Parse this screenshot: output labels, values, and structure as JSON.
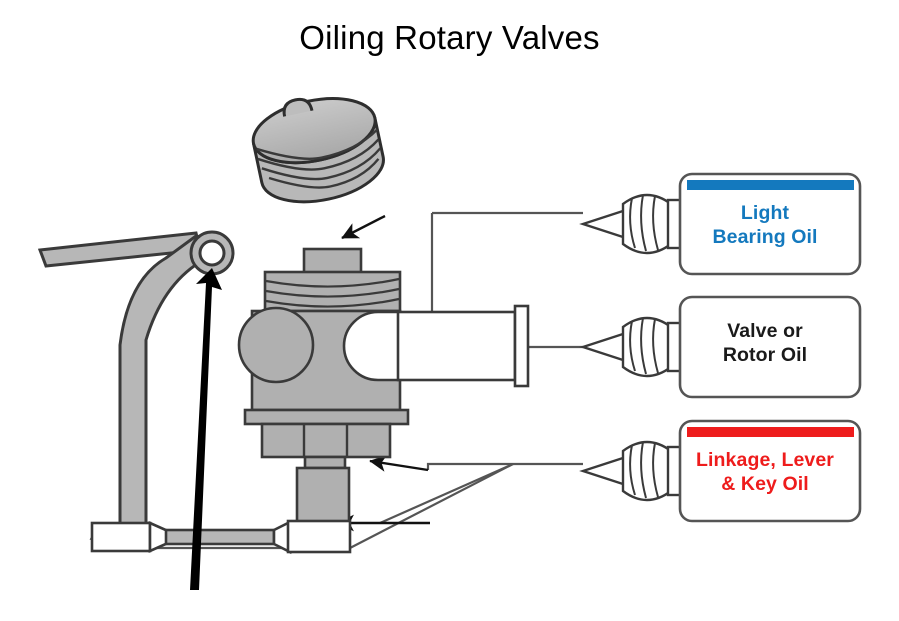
{
  "page": {
    "title": "Oiling Rotary Valves",
    "background": "#ffffff"
  },
  "colors": {
    "blue": "#1479BE",
    "red": "#EE1C1C",
    "black": "#1A1A1A",
    "metal_fill": "#B3B3B3",
    "metal_stroke": "#3A3A3A",
    "leader_line": "#555555"
  },
  "bottles": [
    {
      "id": "light-bearing-oil",
      "line1": "Light",
      "line2": "Bearing Oil",
      "stripe_color": "#1479BE",
      "text_color": "#1479BE",
      "has_stripe": true,
      "points_to": "valve-cap-threads"
    },
    {
      "id": "valve-or-rotor-oil",
      "line1": "Valve or",
      "line2": "Rotor Oil",
      "stripe_color": "",
      "text_color": "#1A1A1A",
      "has_stripe": false,
      "points_to": "rotor-spindle-tube"
    },
    {
      "id": "linkage-lever-key-oil",
      "line1": "Linkage, Lever",
      "line2": "& Key Oil",
      "stripe_color": "#EE1C1C",
      "text_color": "#EE1C1C",
      "has_stripe": true,
      "points_to": "linkage-stem-and-ball-joints"
    }
  ],
  "parts": [
    {
      "id": "valve-cap",
      "name": "rotary-valve-cap"
    },
    {
      "id": "valve-body",
      "name": "rotary-valve-body"
    },
    {
      "id": "valve-top-threads",
      "name": "valve-top-threaded-collar"
    },
    {
      "id": "rotor-tube",
      "name": "rotor-spindle-tube"
    },
    {
      "id": "valve-lever",
      "name": "valve-lever-key"
    },
    {
      "id": "lever-pivot-ring",
      "name": "lever-pivot-ring"
    },
    {
      "id": "lower-stem",
      "name": "lower-stem-block"
    },
    {
      "id": "linkage-rod",
      "name": "linkage-rod"
    },
    {
      "id": "ball-joint-left",
      "name": "ball-joint-left"
    },
    {
      "id": "ball-joint-right",
      "name": "ball-joint-right"
    }
  ],
  "arrows": [
    {
      "id": "arrow-to-cap-threads",
      "style": "solid-black",
      "direction": "down-left"
    },
    {
      "id": "arrow-to-rotor-tube",
      "style": "dashed-black",
      "direction": "left"
    },
    {
      "id": "arrow-to-lower-stem",
      "style": "solid-black",
      "direction": "left"
    },
    {
      "id": "arrow-to-ball-joint-right",
      "style": "solid-black",
      "direction": "left"
    },
    {
      "id": "arrow-to-ball-joint-left",
      "style": "solid-black",
      "direction": "up"
    },
    {
      "id": "arrow-to-lever-pivot",
      "style": "thick-black",
      "direction": "up"
    }
  ]
}
